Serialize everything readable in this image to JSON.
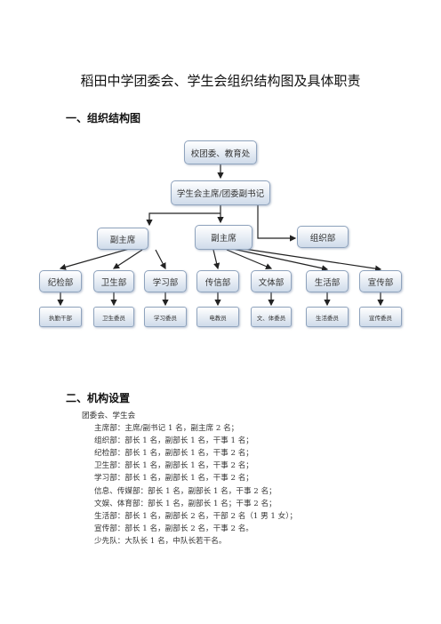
{
  "doc": {
    "title": "稻田中学团委会、学生会组织结构图及具体职责",
    "section1": "一、组织结构图",
    "section2": "二、机构设置"
  },
  "org": {
    "top": "校团委、教育处",
    "second": "学生会主席/团委副书记",
    "vp_left": "副主席",
    "vp_right": "副主席",
    "org_dept": "组织部",
    "depts": [
      "纪检部",
      "卫生部",
      "学习部",
      "传信部",
      "文体部",
      "生活部",
      "宣传部"
    ],
    "leaves": [
      "执勤干部",
      "卫生委员",
      "学习委员",
      "电教员",
      "文、体委员",
      "生活委员",
      "宣传委员"
    ]
  },
  "setup": {
    "heading": "团委会、学生会",
    "lines": [
      "主席部：主席/副书记 1 名，副主席 2 名；",
      "组织部：部长 1 名，副部长 1 名，干事 1 名；",
      "纪检部：部长 1 名，副部长 1 名，干事 2 名；",
      "卫生部：部长 1 名，副部长 1 名，干事 2 名；",
      "学习部：部长 1 名，副部长 1 名，干事 2 名；",
      "信息、传媒部：部长 1 名，副部长 1 名，干事 2 名；",
      "文娱、体育部：部长 1 名，副部长 1 名；干事 2 名；",
      "生活部：部长 1 名，副部长 2 名，干部 2 名（1 男 1 女）；",
      "宣传部：部长 1 名，副部长 2 名，干事 2 名。",
      "少先队：大队长 1 名，中队长若干名。"
    ]
  }
}
